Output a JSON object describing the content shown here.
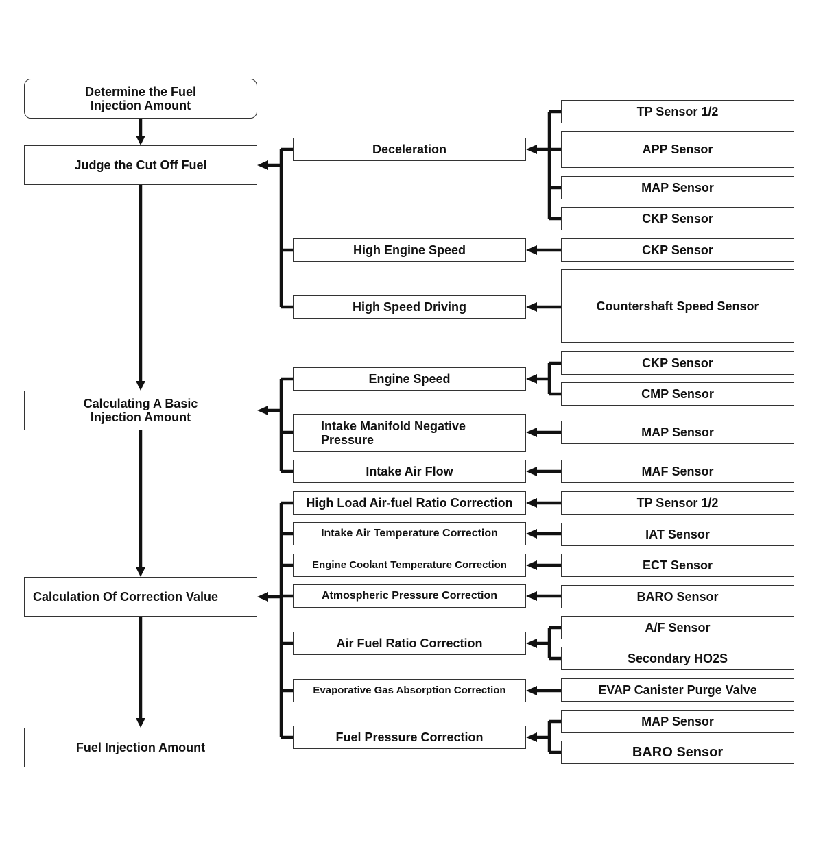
{
  "main_flow": {
    "start": "Determine the Fuel\nInjection Amount",
    "cut_off": "Judge the Cut Off Fuel",
    "basic": "Calculating A Basic\nInjection Amount",
    "correction": "Calculation Of Correction Value",
    "result": "Fuel Injection Amount"
  },
  "cut_off_conditions": {
    "deceleration": "Deceleration",
    "high_engine_speed": "High Engine Speed",
    "high_speed_driving": "High Speed Driving"
  },
  "basic_inputs": {
    "engine_speed": "Engine Speed",
    "intake_manifold": "Intake Manifold Negative\nPressure",
    "intake_air_flow": "Intake Air Flow"
  },
  "corrections": {
    "high_load": "High Load Air-fuel Ratio Correction",
    "intake_air_temp": "Intake Air Temperature Correction",
    "coolant_temp": "Engine Coolant Temperature Correction",
    "atmospheric": "Atmospheric Pressure Correction",
    "air_fuel_ratio": "Air Fuel Ratio Correction",
    "evap_gas": "Evaporative Gas Absorption Correction",
    "fuel_pressure": "Fuel Pressure Correction"
  },
  "sensors": {
    "tp_1": "TP Sensor 1/2",
    "app": "APP Sensor",
    "map_1": "MAP Sensor",
    "ckp_1": "CKP Sensor",
    "ckp_2": "CKP Sensor",
    "countershaft": "Countershaft Speed Sensor",
    "ckp_3": "CKP Sensor",
    "cmp": "CMP Sensor",
    "map_2": "MAP Sensor",
    "maf": "MAF Sensor",
    "tp_2": "TP Sensor 1/2",
    "iat": "IAT Sensor",
    "ect": "ECT Sensor",
    "baro_1": "BARO Sensor",
    "af": "A/F Sensor",
    "ho2s": "Secondary HO2S",
    "evap_valve": "EVAP Canister Purge Valve",
    "map_3": "MAP Sensor",
    "baro_2": "BARO Sensor"
  }
}
